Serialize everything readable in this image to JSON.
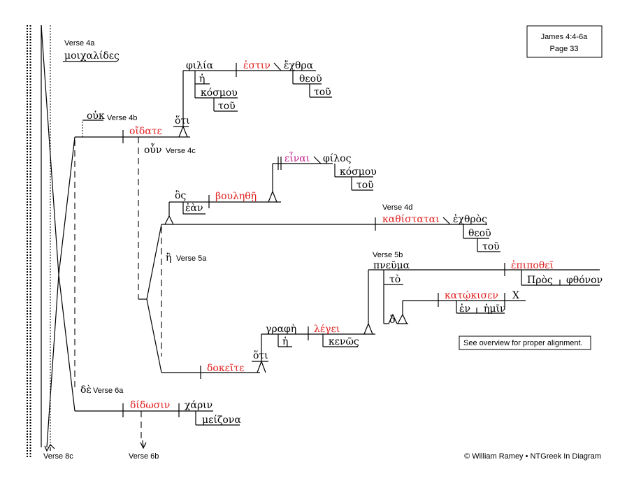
{
  "title_box": {
    "line1": "James 4:4-6a",
    "line2": "Page 33"
  },
  "verses": {
    "v4a": "Verse 4a",
    "v4b": "Verse 4b",
    "v4c": "Verse 4c",
    "v4d": "Verse 4d",
    "v5a": "Verse 5a",
    "v5b": "Verse 5b",
    "v6a": "Verse 6a",
    "v8c": "Verse 8c",
    "v6b": "Verse 6b"
  },
  "words": {
    "moichalides": "μοιχαλίδες",
    "ouk": "οὐκ",
    "oidate": "οἴδατε",
    "hoti1": "ὅτι",
    "philia": "φιλία",
    "estin": "ἐστιν",
    "echthra": "ἔχθρα",
    "he1": "ἡ",
    "kosmou1": "κόσμου",
    "tou1": "τοῦ",
    "theou1": "θεοῦ",
    "tou2": "τοῦ",
    "oun": "οὖν",
    "einai": "εἶναι",
    "philos": "φίλος",
    "kosmou2": "κόσμου",
    "tou3": "τοῦ",
    "hos": "ὃς",
    "ean": "ἐὰν",
    "boulethe": "βουληθῇ",
    "kathistatai": "καθίσταται",
    "echthros": "ἐχθρὸς",
    "theou2": "θεοῦ",
    "tou4": "τοῦ",
    "e": "ἢ",
    "pneuma": "πνεῦμα",
    "to": "τὸ",
    "epipothei": "ἐπιποθεῖ",
    "pros": "Πρὸς",
    "phthonon": "φθόνον",
    "katokisen": "κατῴκισεν",
    "x": "X",
    "en": "ἐν",
    "hemin": "ἡμῖν",
    "ho": "ὃ",
    "graphe": "γραφὴ",
    "legei": "λέγει",
    "he2": "ἡ",
    "kenos": "κενῶς",
    "hoti2": "ὅτι",
    "dokeite": "δοκεῖτε",
    "de": "δὲ",
    "didosin": "δίδωσιν",
    "charin": "χάριν",
    "meizona": "μείζονα"
  },
  "overview_note": "See overview for proper alignment.",
  "copyright": "© William Ramey • NTGreek In Diagram",
  "colors": {
    "verb": "#e02020",
    "infinitive": "#c0208c",
    "text": "#000000"
  }
}
